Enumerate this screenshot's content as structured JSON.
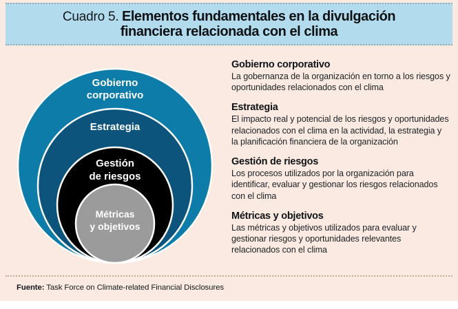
{
  "header": {
    "label": "Cuadro 5.",
    "title_line1": "Elementos fundamentales en la divulgación",
    "title_line2": "financiera relacionada con el clima",
    "bg_color": "#b2dbee"
  },
  "diagram": {
    "type": "concentric-circles",
    "rings": [
      {
        "id": "gobierno-corporativo",
        "label_line1": "Gobierno",
        "label_line2": "corporativo",
        "color": "#0d7ca8",
        "level": 1
      },
      {
        "id": "estrategia",
        "label_line1": "Estrategia",
        "label_line2": "",
        "color": "#0d547c",
        "level": 2
      },
      {
        "id": "gestion-de-riesgos",
        "label_line1": "Gestión",
        "label_line2": "de riesgos",
        "color": "#000000",
        "level": 3
      },
      {
        "id": "metricas-y-objetivos",
        "label_line1": "Métricas",
        "label_line2": "y objetivos",
        "color": "#9b9b9b",
        "level": 4
      }
    ]
  },
  "content": {
    "sections": [
      {
        "title": "Gobierno corporativo",
        "body": "La gobernanza de la organización en torno a los riesgos y oportunidades relacionados con el clima"
      },
      {
        "title": "Estrategia",
        "body": "El impacto real y potencial de los riesgos y oportunidades relacionados con el clima en la actividad, la estrategia y la planificación financiera de la organización"
      },
      {
        "title": "Gestión de riesgos",
        "body": "Los procesos utilizados por la organización para identificar, evaluar y gestionar los riesgos relacionados con el clima"
      },
      {
        "title": "Métricas y objetivos",
        "body": "Las métricas y objetivos utilizados para evaluar y gestionar riesgos y oportunidades relevantes relacionados con el clima"
      }
    ]
  },
  "footer": {
    "label": "Fuente:",
    "source": "Task Force on Climate-related Financial Disclosures"
  },
  "colors": {
    "page_background": "#faeae1",
    "header_background": "#b2dbee",
    "ring_outer": "#0d7ca8",
    "ring_second": "#0d547c",
    "ring_third": "#000000",
    "ring_inner": "#9b9b9b",
    "ring_stroke": "#ffffff"
  }
}
